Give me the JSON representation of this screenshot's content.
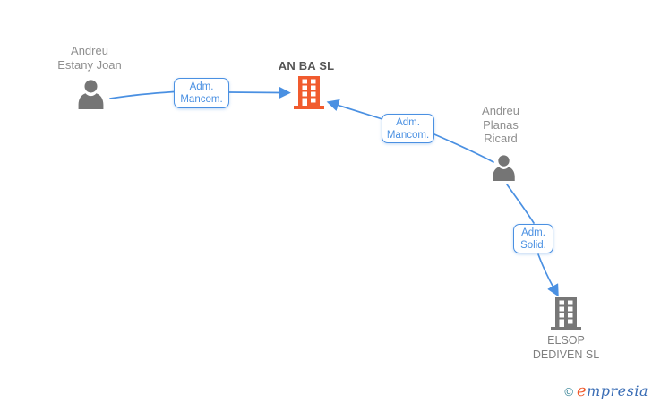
{
  "diagram": {
    "nodes": {
      "person1": {
        "type": "person",
        "name": [
          "Andreu",
          "Estany Joan"
        ]
      },
      "company1": {
        "type": "company",
        "name": [
          "AN BA SL"
        ]
      },
      "person2": {
        "type": "person",
        "name": [
          "Andreu",
          "Planas",
          "Ricard"
        ]
      },
      "company2": {
        "type": "company",
        "name": [
          "ELSOP",
          "DEDIVEN SL"
        ]
      }
    },
    "edge_labels": {
      "edge1": [
        "Adm.",
        "Mancom."
      ],
      "edge2": [
        "Adm.",
        "Mancom."
      ],
      "edge3": [
        "Adm.",
        "Solid."
      ]
    },
    "relations": [
      {
        "from": "person1",
        "to": "company1",
        "label": "Adm. Mancom."
      },
      {
        "from": "person2",
        "to": "company1",
        "label": "Adm. Mancom."
      },
      {
        "from": "person2",
        "to": "company2",
        "label": "Adm. Solid."
      }
    ]
  },
  "colors": {
    "edge_blue": "#4a90e2",
    "person_gray": "#757575",
    "company1_orange": "#f15b2e",
    "company2_gray": "#777777",
    "person_name_text": "#8f8f8f",
    "company1_title_text": "#555555",
    "company2_label_text": "#808080",
    "logo_copyright": "#2e7e92",
    "logo_brand_blue": "#3a6db5",
    "logo_brand_orange": "#f0592b"
  },
  "footer": {
    "copyright_symbol": "©",
    "brand_initial": "e",
    "brand_rest": "mpresia"
  }
}
